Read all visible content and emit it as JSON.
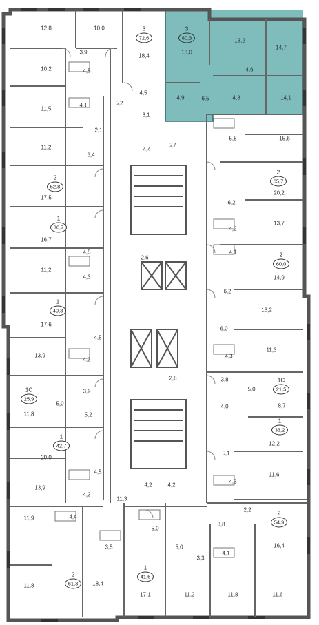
{
  "plan": {
    "colors": {
      "wall": "#555555",
      "highlight": "#7fbcbc",
      "highlight_border": "#2b6b6b",
      "window": "#333333",
      "stroke": "#666666"
    },
    "room_labels": [
      "12,8",
      "10,0",
      "3,9",
      "18,4",
      "18,0",
      "13,2",
      "14,7",
      "4,6",
      "10,2",
      "4,5",
      "4,5",
      "5,2",
      "4,9",
      "6,5",
      "4,3",
      "14,1",
      "11,5",
      "4,1",
      "3,1",
      "2,1",
      "11,2",
      "6,4",
      "4,4",
      "5,7",
      "5,8",
      "15,6",
      "17,5",
      "20,2",
      "6,2",
      "13,7",
      "16,7",
      "4,2",
      "4,5",
      "4,1",
      "2,6",
      "11,2",
      "4,3",
      "14,9",
      "6,2",
      "13,2",
      "17,6",
      "6,0",
      "4,5",
      "11,3",
      "13,9",
      "4,3",
      "4,3",
      "3,9",
      "3,8",
      "2,8",
      "5,0",
      "5,0",
      "4,0",
      "11,8",
      "5,2",
      "8,7",
      "12,2",
      "20,0",
      "5,1",
      "4,5",
      "11,6",
      "13,9",
      "4,3",
      "4,2",
      "4,2",
      "4,3",
      "11,3",
      "5,0",
      "2,2",
      "4,4",
      "11,9",
      "8,8",
      "3,5",
      "5,0",
      "3,3",
      "4,1",
      "16,4",
      "18,4",
      "11,8",
      "17,1",
      "11,2",
      "11,8",
      "11,6"
    ],
    "apartments": [
      {
        "rooms": "3",
        "area": "72,6",
        "highlight": false
      },
      {
        "rooms": "3",
        "area": "80,3",
        "highlight": true
      },
      {
        "rooms": "2",
        "area": "52,8",
        "highlight": false
      },
      {
        "rooms": "2",
        "area": "65,7",
        "highlight": false
      },
      {
        "rooms": "1",
        "area": "36,7",
        "highlight": false
      },
      {
        "rooms": "2",
        "area": "60,0",
        "highlight": false
      },
      {
        "rooms": "1",
        "area": "40,3",
        "highlight": false
      },
      {
        "rooms": "1С",
        "area": "25,9",
        "highlight": false
      },
      {
        "rooms": "1С",
        "area": "21,5",
        "highlight": false
      },
      {
        "rooms": "1",
        "area": "33,2",
        "highlight": false
      },
      {
        "rooms": "1",
        "area": "42,7",
        "highlight": false
      },
      {
        "rooms": "2",
        "area": "54,9",
        "highlight": false
      },
      {
        "rooms": "1",
        "area": "41,6",
        "highlight": false
      },
      {
        "rooms": "2",
        "area": "61,3",
        "highlight": false
      }
    ]
  }
}
